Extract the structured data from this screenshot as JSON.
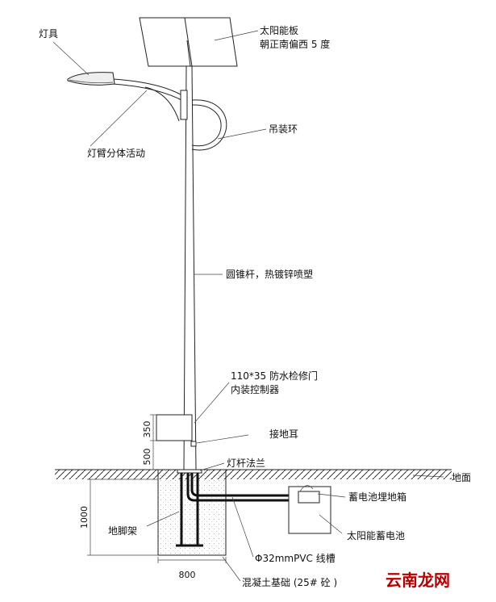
{
  "labels": {
    "lamp": "灯具",
    "solar_panel": "太阳能板",
    "panel_orientation": "朝正南偏西 5 度",
    "hanging_ring": "吊装环",
    "arm": "灯臂分体活动",
    "pole": "圆锥杆，热镀锌喷塑",
    "door": "110*35 防水检修门",
    "controller": "内装控制器",
    "ground_ear": "接地耳",
    "flange": "灯杆法兰",
    "ground": "地面",
    "battery_box": "蓄电池埋地箱",
    "anchor": "地脚架",
    "battery": "太阳能蓄电池",
    "conduit": "Φ32mmPVC 线槽",
    "foundation": "混凝土基础 (25# 砼 )"
  },
  "dimensions": {
    "door_height": "350",
    "door_offset": "500",
    "depth": "1000",
    "width": "800"
  },
  "watermark": "云南龙网"
}
